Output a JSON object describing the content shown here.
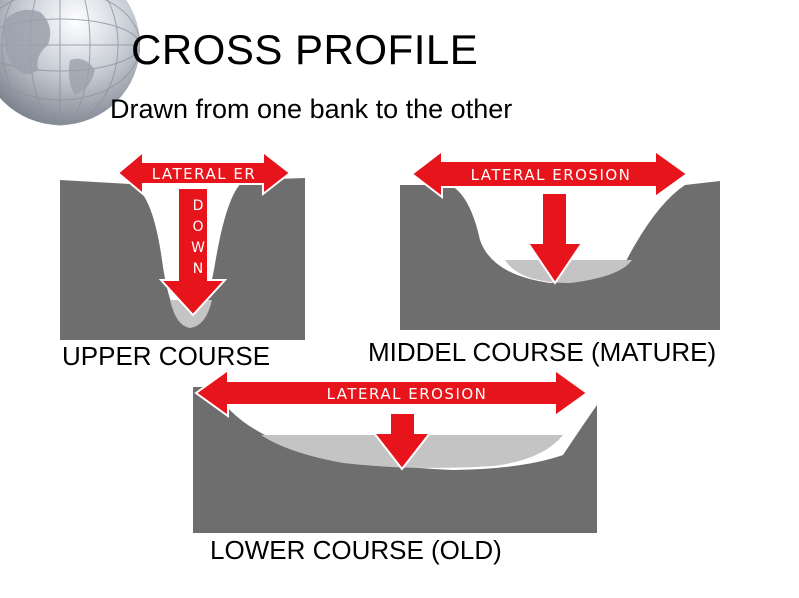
{
  "slide": {
    "title": "CROSS PROFILE",
    "subtitle": "Drawn from one bank to the other"
  },
  "panels": {
    "upper": {
      "arrow_label": "LATERAL ER",
      "vertical_letters": [
        "D",
        "O",
        "W",
        "N"
      ],
      "caption": "UPPER COURSE"
    },
    "middle": {
      "arrow_label": "LATERAL EROSION",
      "caption": "MIDDEL COURSE (MATURE)"
    },
    "lower": {
      "arrow_label": "LATERAL EROSION",
      "caption": "LOWER COURSE (OLD)"
    }
  },
  "colors": {
    "rock": "#6e6e6e",
    "water": "#c4c4c4",
    "arrow": "#e8141b",
    "arrow_text": "#ffffff"
  },
  "icons": [
    "globe-icon"
  ]
}
